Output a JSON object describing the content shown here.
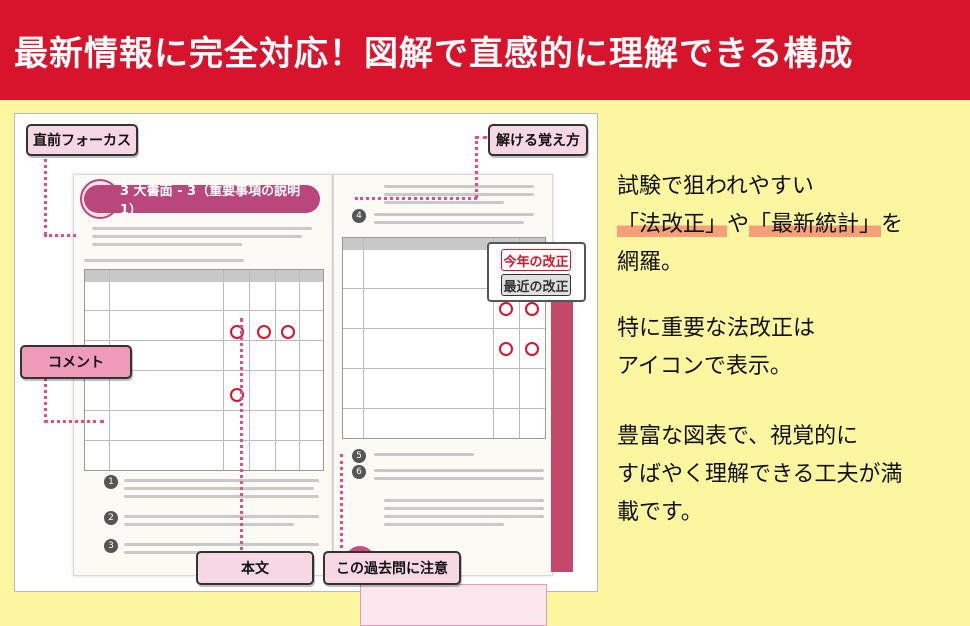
{
  "banner": {
    "title": "最新情報に完全対応！図解で直感的に理解できる構成"
  },
  "callouts": {
    "focus": "直前フォーカス",
    "memory": "解ける覚え方",
    "comment": "コメント",
    "body": "本文",
    "past_exam": "この過去問に注意"
  },
  "badges": {
    "new_amendment": "今年の改正",
    "recent_amendment": "最近の改正"
  },
  "side_text": {
    "line1": "試験で狙われやすい",
    "line2_a": "「法改正」",
    "line2_b": "や",
    "line2_c": "「最新統計」",
    "line2_d": "を",
    "line3": "網羅。",
    "line4": "特に重要な法改正は",
    "line5": "アイコンで表示。",
    "line6": "豊富な図表で、視覚的に",
    "line7": "すばやく理解できる工夫が満",
    "line8": "載です。"
  },
  "book": {
    "heading": "3 大書面 - 3（重要事項の説明 1）"
  },
  "colors": {
    "banner": "#d8142c",
    "background": "#fdf6a0",
    "callout": "#f8d7e4",
    "accent": "#e54d8a"
  }
}
